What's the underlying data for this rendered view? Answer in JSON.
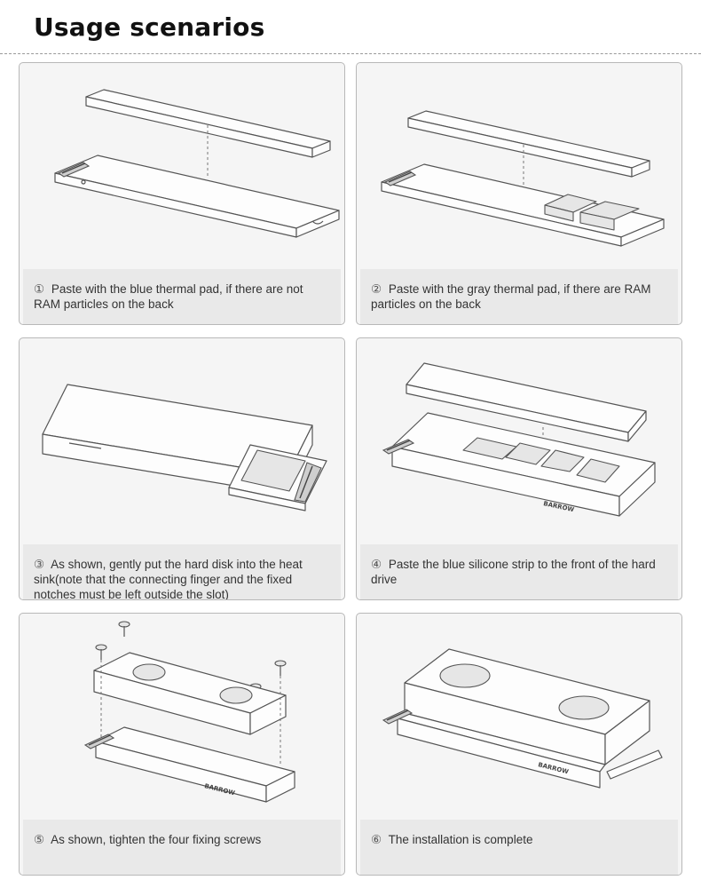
{
  "page": {
    "title": "Usage scenarios"
  },
  "steps": [
    {
      "num": "①",
      "text": "Paste with the blue thermal pad, if there are not RAM particles on the back"
    },
    {
      "num": "②",
      "text": "Paste with the gray thermal pad, if there are RAM particles on the back"
    },
    {
      "num": "③",
      "text": "As shown, gently put the hard disk into the heat sink(note that the connecting finger and the fixed notches must be left outside the slot)"
    },
    {
      "num": "④",
      "text": "Paste the blue silicone strip to the front of the hard drive"
    },
    {
      "num": "⑤",
      "text": "As shown, tighten the four fixing screws"
    },
    {
      "num": "⑥",
      "text": "The installation is complete"
    }
  ],
  "illustration_labels": {
    "brand": "BARROW"
  }
}
